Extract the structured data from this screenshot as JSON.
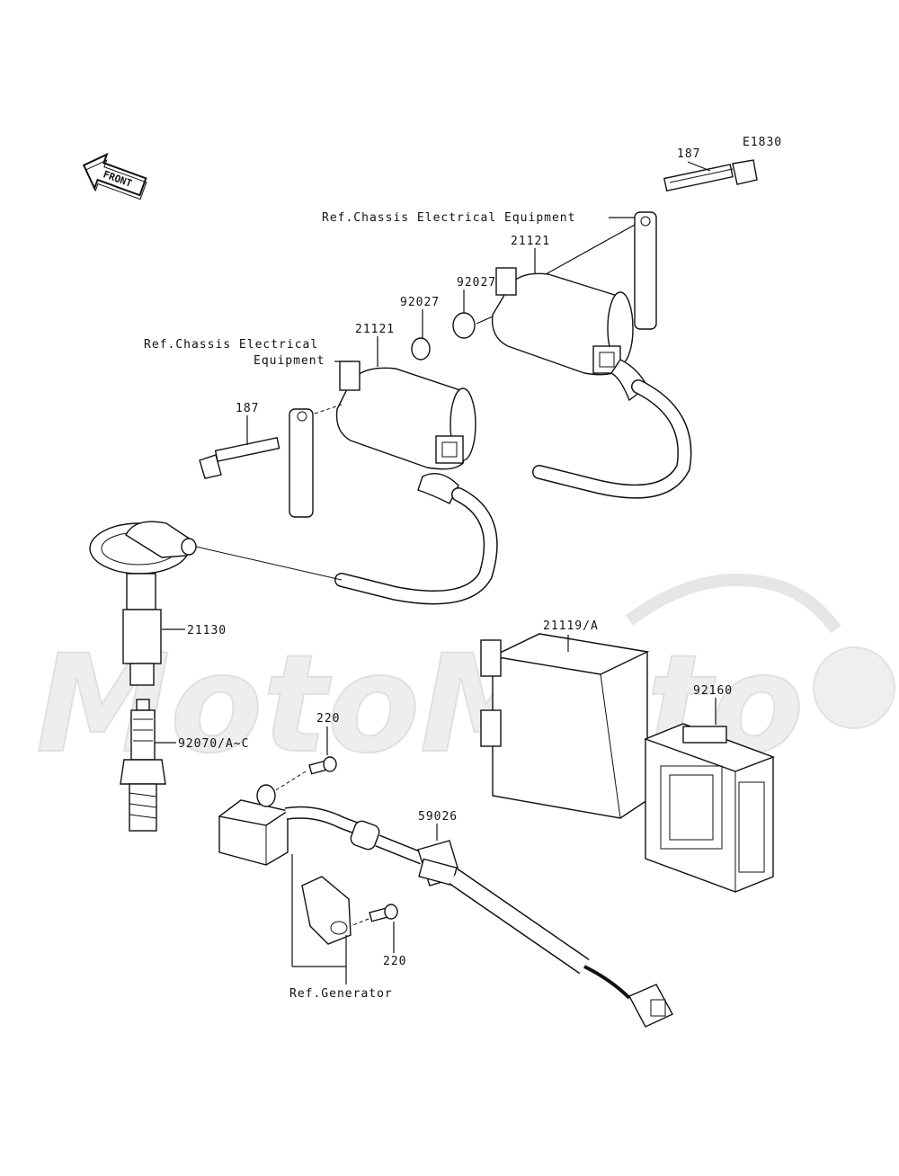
{
  "diagram_code": "E1830",
  "front_arrow_label": "FRONT",
  "watermark_text": "MotoMoto",
  "callouts": {
    "bolt_right": "187",
    "ref_chassis_right": "Ref.Chassis Electrical Equipment",
    "coil_right": "21121",
    "cap_right": "92027",
    "cap_left": "92027",
    "ref_chassis_left_line1": "Ref.Chassis Electrical",
    "ref_chassis_left_line2": "Equipment",
    "coil_left": "21121",
    "bolt_left": "187",
    "plug_cap": "21130",
    "igniter": "21119/A",
    "cover": "92160",
    "spark_plug": "92070/A~C",
    "screw_top": "220",
    "harness": "59026",
    "screw_bottom": "220",
    "ref_generator": "Ref.Generator"
  }
}
